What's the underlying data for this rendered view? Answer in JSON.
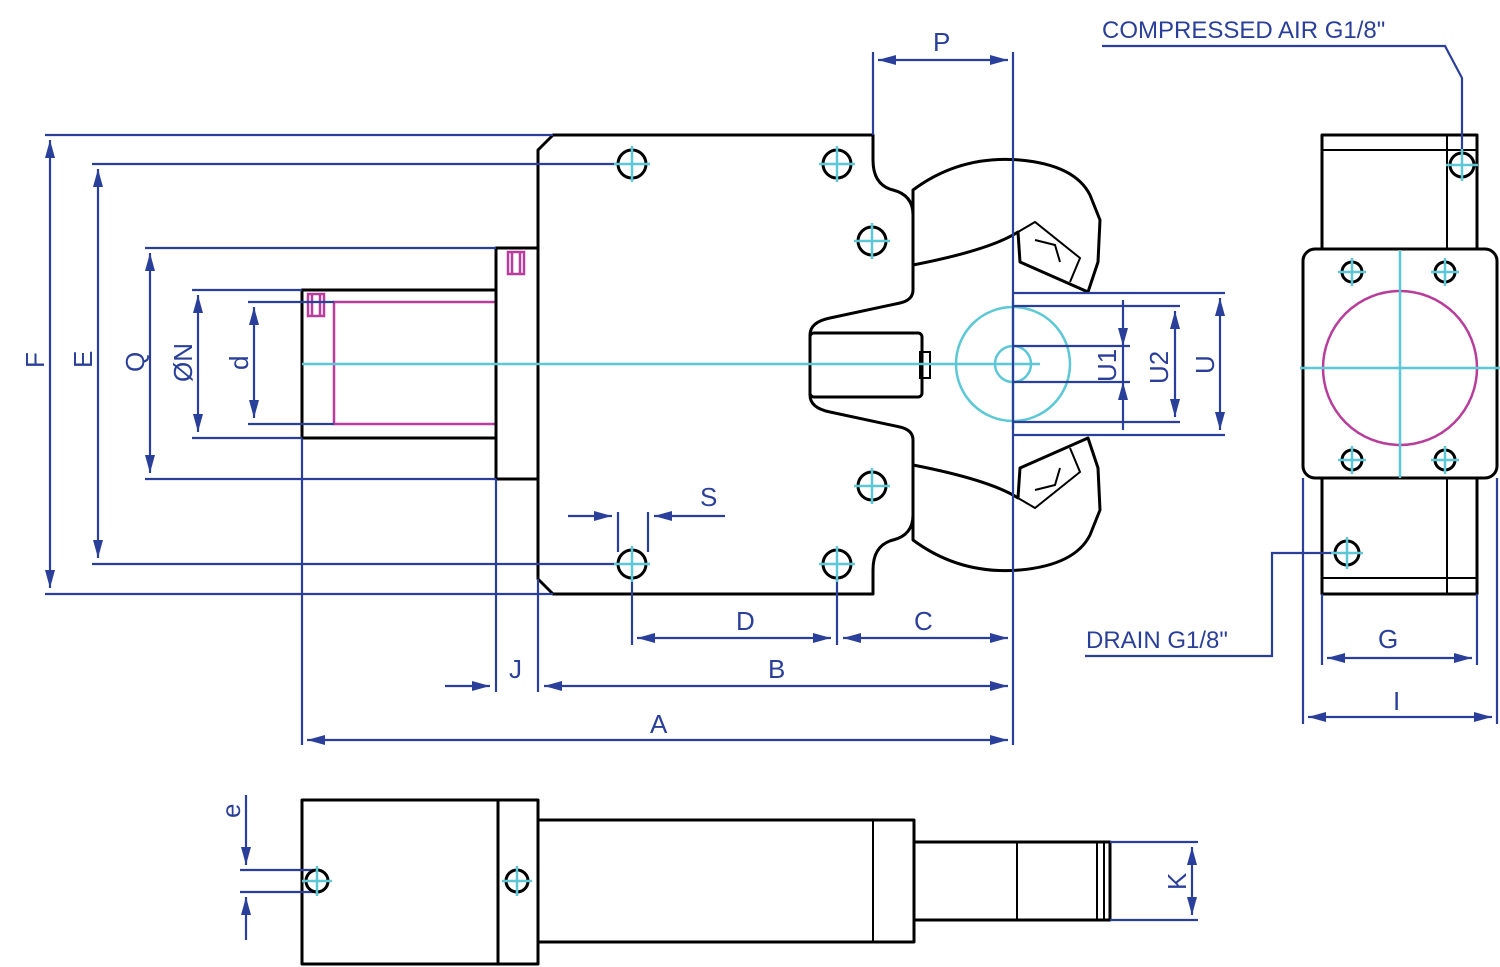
{
  "colors": {
    "outline": "#000000",
    "dimension": "#2a3f9a",
    "centerline": "#5cc8d6",
    "internal": "#b83c9a"
  },
  "dimensions": {
    "A": "A",
    "B": "B",
    "C": "C",
    "D": "D",
    "E": "E",
    "F": "F",
    "G": "G",
    "I": "I",
    "J": "J",
    "K": "K",
    "P": "P",
    "Q": "Q",
    "S": "S",
    "U": "U",
    "U1": "U1",
    "U2": "U2",
    "N": "ØN",
    "d": "d",
    "e": "e"
  },
  "ports": {
    "compressed_air": "COMPRESSED AIR G1/8\"",
    "drain": "DRAIN G1/8\""
  },
  "icons": [
    "hole-icon",
    "threaded-port-icon"
  ]
}
